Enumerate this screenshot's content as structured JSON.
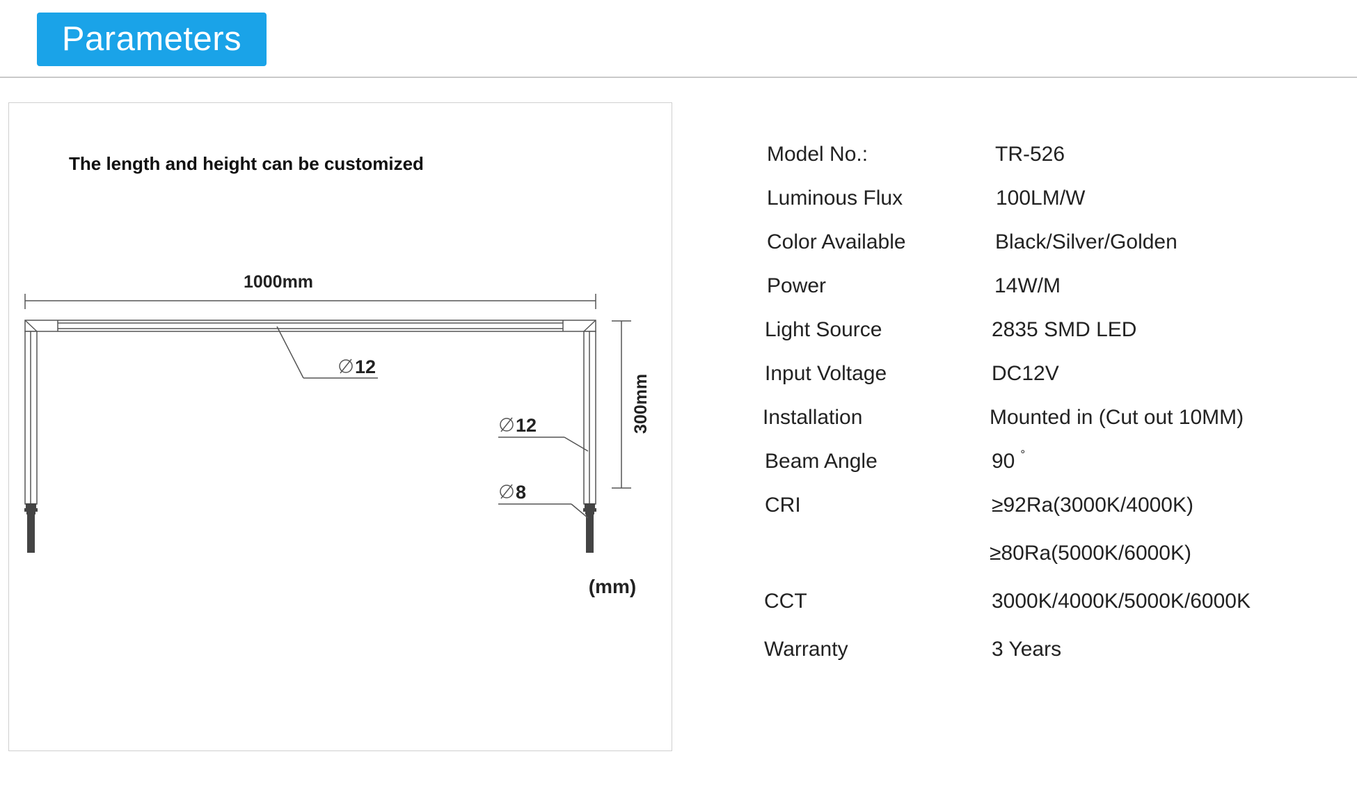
{
  "header": {
    "title": "Parameters"
  },
  "diagram": {
    "note": "The length and height can be customized",
    "length_label": "1000mm",
    "height_label": "300mm",
    "top_tube_diameter": "12",
    "side_tube_diameter": "12",
    "rod_diameter": "8",
    "unit_label": "(mm)"
  },
  "specs": [
    {
      "label": "Model No.:",
      "value": "TR-526"
    },
    {
      "label": "Luminous Flux",
      "value": "100LM/W"
    },
    {
      "label": "Color Available",
      "value": "Black/Silver/Golden"
    },
    {
      "label": "Power",
      "value": "14W/M"
    },
    {
      "label": "Light Source",
      "value": "2835 SMD LED"
    },
    {
      "label": "Input Voltage",
      "value": "DC12V"
    },
    {
      "label": "Installation",
      "value": "Mounted in (Cut out 10MM)"
    },
    {
      "label": "Beam Angle",
      "value": "90",
      "suffix": "°"
    },
    {
      "label": "CRI",
      "value": "≥92Ra(3000K/4000K)"
    },
    {
      "label": "",
      "value": "≥80Ra(5000K/6000K)"
    },
    {
      "label": "CCT",
      "value": "3000K/4000K/5000K/6000K"
    },
    {
      "label": "Warranty",
      "value": "3 Years"
    }
  ]
}
